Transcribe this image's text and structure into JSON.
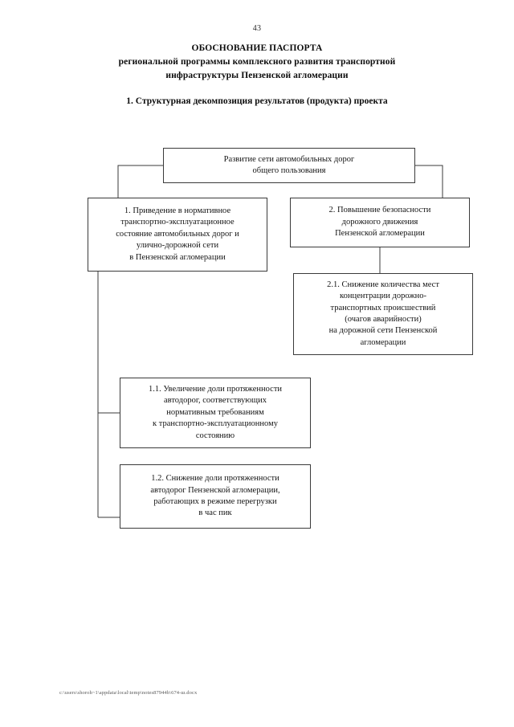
{
  "document": {
    "page_number": "43",
    "title_lines": [
      "ОБОСНОВАНИЕ ПАСПОРТА",
      "региональной программы комплексного развития транспортной",
      "инфраструктуры Пензенской агломерации"
    ],
    "section_heading": "1. Структурная декомпозиция результатов (продукта) проекта",
    "footer_path": "c:\\users\\shoroh~1\\appdata\\local\\temp\\notes87944b\\674-ш.docx"
  },
  "diagram": {
    "type": "work-breakdown-structure",
    "nodes": [
      {
        "id": "root",
        "label": "Развитие сети автомобильных дорог\nобщего пользования"
      },
      {
        "id": "n1",
        "label": "1. Приведение в нормативное\nтранспортно-эксплуатационное\nсостояние автомобильных дорог и\nулично-дорожной сети\nв Пензенской агломерации"
      },
      {
        "id": "n2",
        "label": "2. Повышение безопасности\nдорожного движения\nПензенской агломерации"
      },
      {
        "id": "n2_1",
        "label": "2.1. Снижение количества мест\nконцентрации дорожно-\nтранспортных происшествий\n(очагов аварийности)\nна дорожной сети Пензенской\nагломерации"
      },
      {
        "id": "n1_1",
        "label": "1.1. Увеличение доли протяженности\nавтодорог, соответствующих\nнормативным требованиям\nк транспортно-эксплуатационному\nсостоянию"
      },
      {
        "id": "n1_2",
        "label": "1.2. Снижение доли протяженности\nавтодорог Пензенской агломерации,\nработающих в режиме перегрузки\nв час пик"
      }
    ],
    "edges": [
      {
        "from": "root",
        "to": "n1"
      },
      {
        "from": "root",
        "to": "n2"
      },
      {
        "from": "n2",
        "to": "n2_1"
      },
      {
        "from": "n1",
        "to": "n1_1"
      },
      {
        "from": "n1",
        "to": "n1_2"
      }
    ],
    "line_color": "#3a3a3a"
  }
}
